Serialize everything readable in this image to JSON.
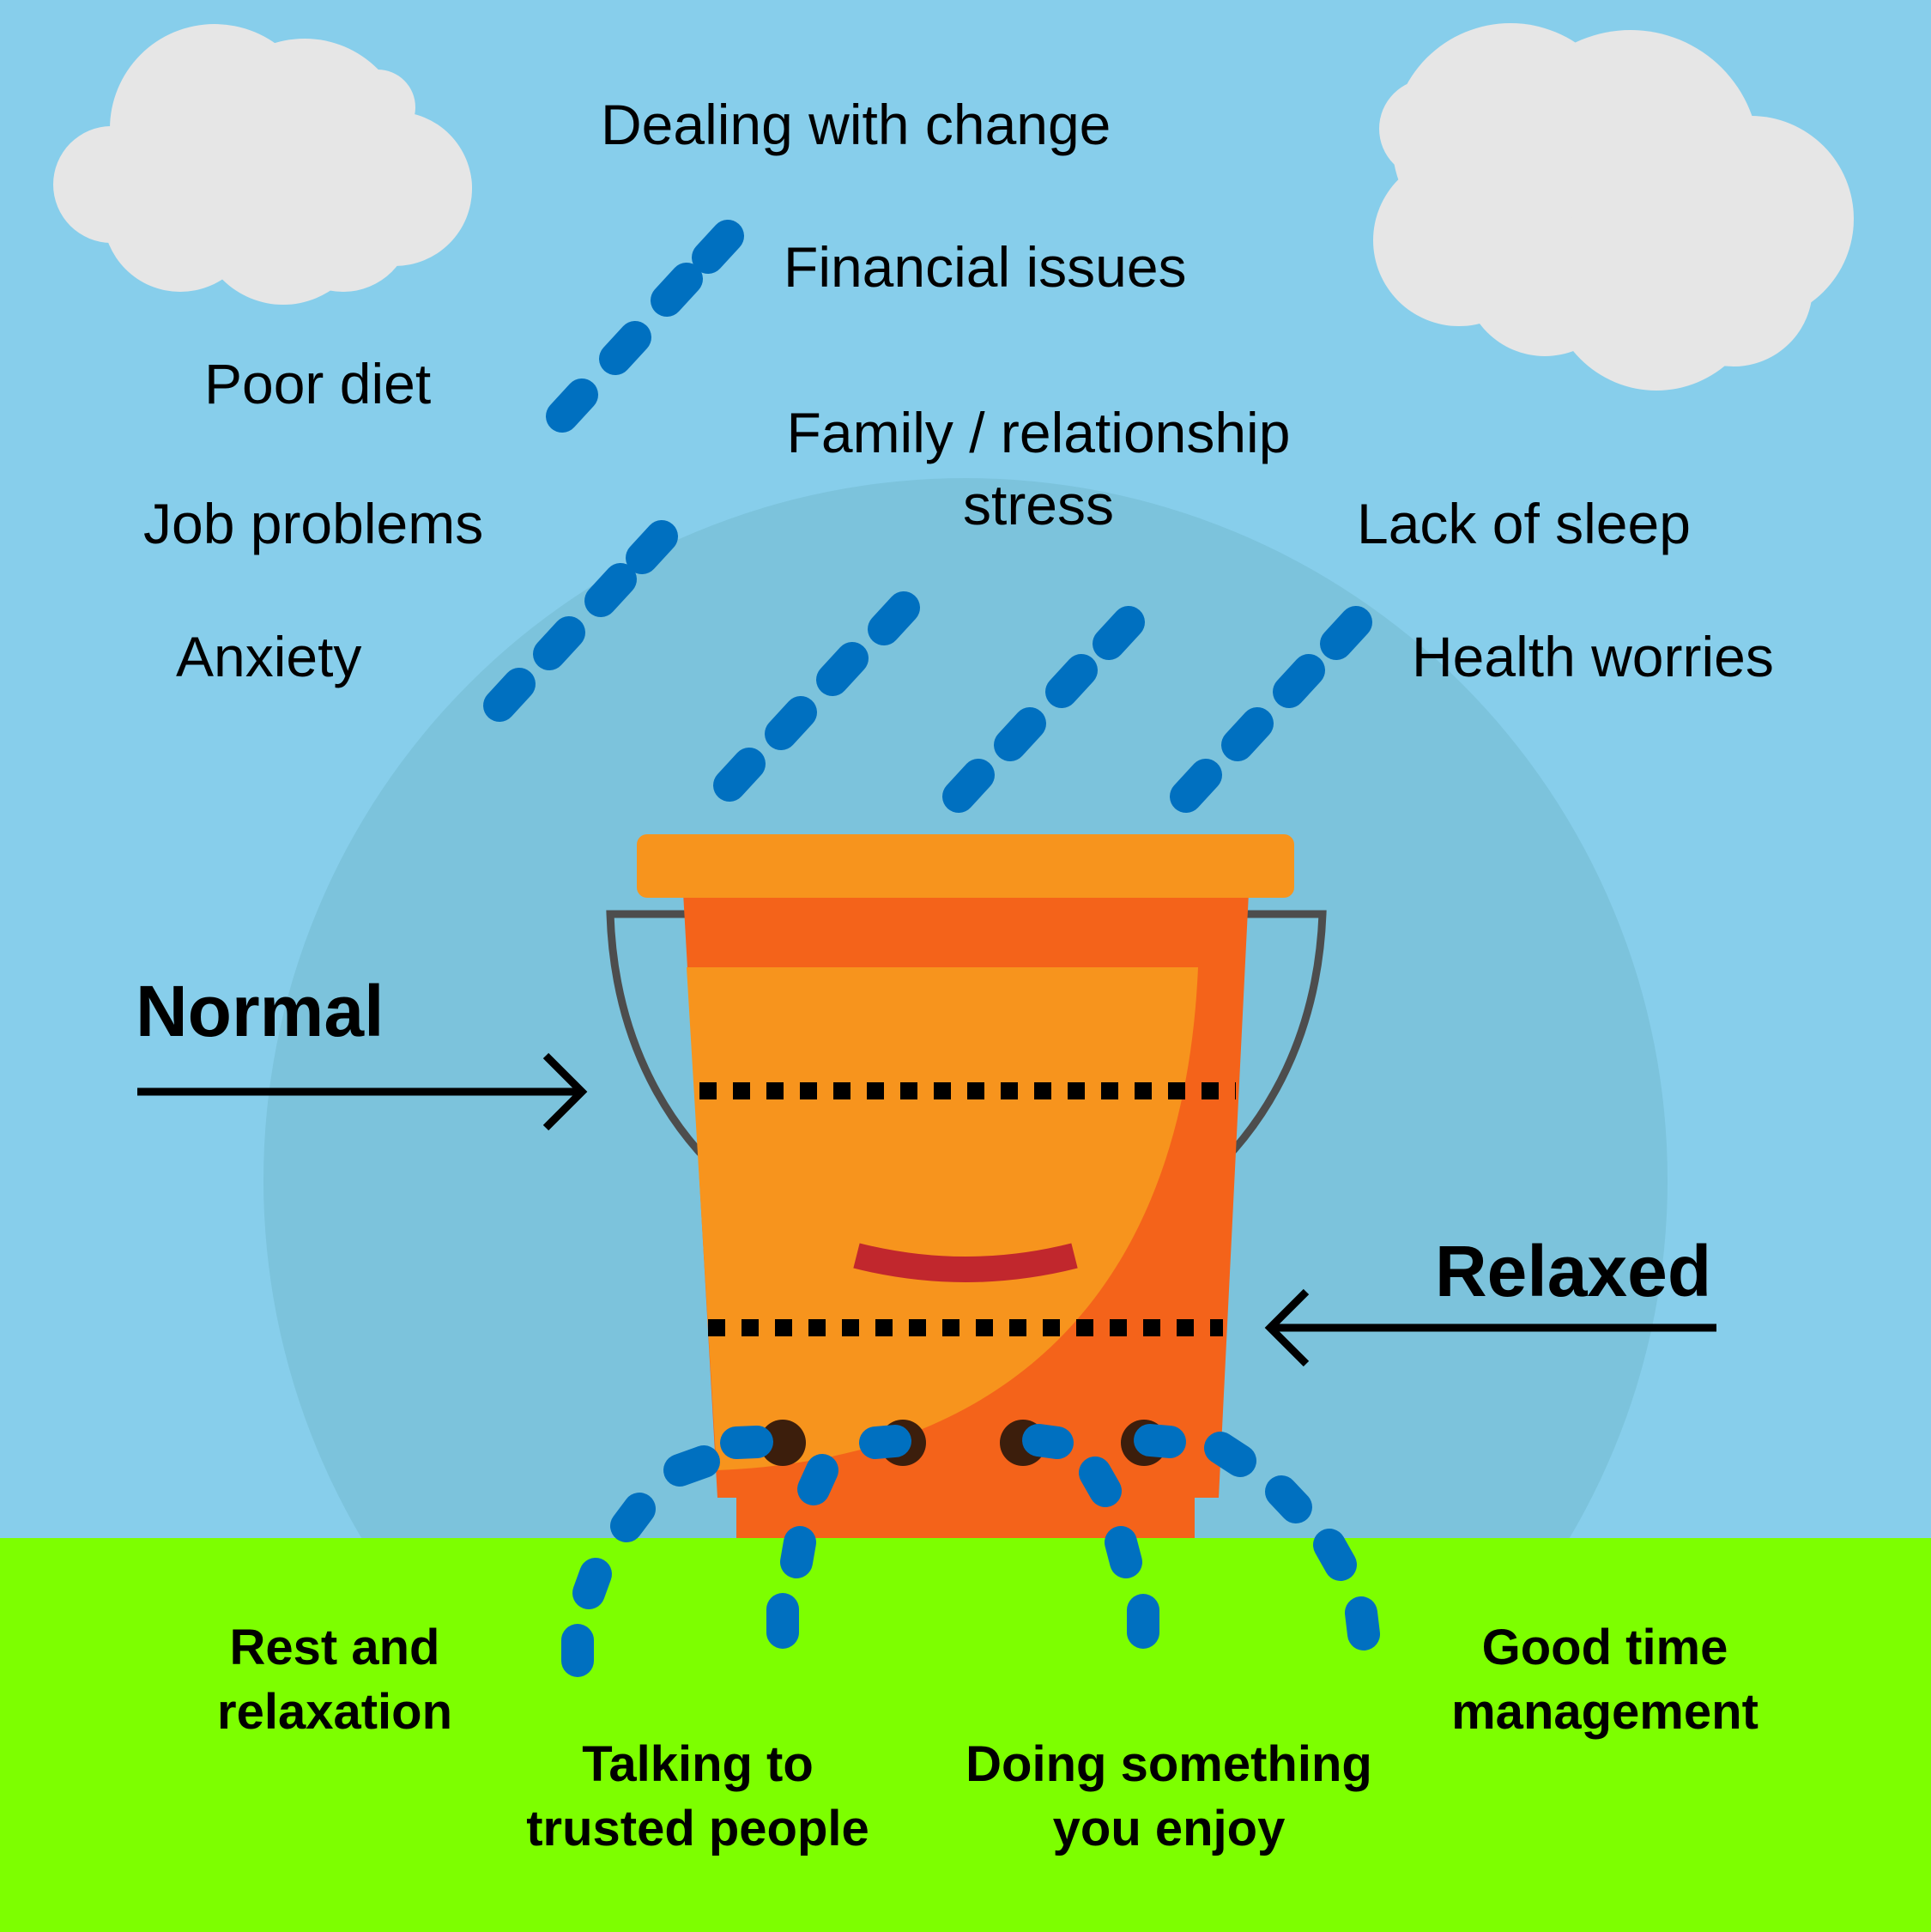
{
  "colors": {
    "sky": "#87ceeb",
    "halo": "#7cc3dc",
    "grass": "#7dff00",
    "cloud": "#e6e6e6",
    "drops": "#0070c0",
    "bucket_rim": "#f7941d",
    "bucket_body": "#f4631a",
    "bucket_highlight": "#f7941d",
    "handle": "#4d4d4d",
    "handle_grip": "#c1272d",
    "holes": "#3c1e0c"
  },
  "stressors": {
    "dealing_with_change": "Dealing with change",
    "financial_issues": "Financial issues",
    "poor_diet": "Poor diet",
    "family_line1": "Family / relationship",
    "family_line2": "stress",
    "job_problems": "Job problems",
    "lack_of_sleep": "Lack of sleep",
    "anxiety": "Anxiety",
    "health_worries": "Health worries"
  },
  "levels": {
    "normal": "Normal",
    "relaxed": "Relaxed"
  },
  "coping": {
    "rest_line1": "Rest and",
    "rest_line2": "relaxation",
    "talking_line1": "Talking to",
    "talking_line2": "trusted people",
    "doing_line1": "Doing something",
    "doing_line2": "you enjoy",
    "time_line1": "Good time",
    "time_line2": "management"
  }
}
